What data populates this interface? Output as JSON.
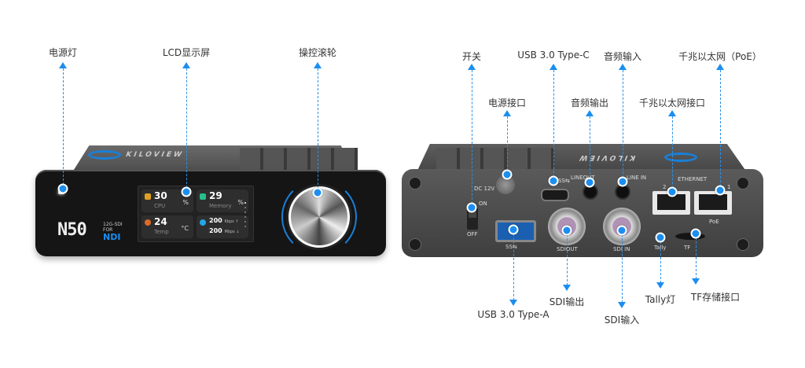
{
  "front_callouts": {
    "power_led": "电源灯",
    "lcd_screen": "LCD显示屏",
    "control_knob": "操控滚轮"
  },
  "back_callouts": {
    "switch": "开关",
    "power_port": "电源接口",
    "usb_c": "USB 3.0 Type-C",
    "audio_out": "音频输出",
    "audio_in": "音频输入",
    "gigabit_port": "千兆以太网接口",
    "gigabit_poe": "千兆以太网（PoE）",
    "usb_a": "USB 3.0 Type-A",
    "sdi_out": "SDI输出",
    "sdi_in": "SDI输入",
    "tally": "Tally灯",
    "tf_slot": "TF存储接口"
  },
  "device": {
    "brand": "KILOVIEW",
    "model": "N50",
    "model_sub_1": "12G-SDI",
    "model_sub_2": "FOR",
    "model_ndi": "NDI"
  },
  "lcd": {
    "cpu_value": "30",
    "cpu_unit": "%",
    "cpu_label": "CPU",
    "memory_value": "29",
    "memory_unit": "%",
    "memory_label": "Memory",
    "temp_value": "24",
    "temp_unit": "°C",
    "temp_label": "Temp",
    "up_rate": "200",
    "up_unit": "Kbps ↑",
    "down_rate": "200",
    "down_unit": "Mbps ↓"
  },
  "back_panel": {
    "dc_label": "DC 12V",
    "switch_on": "ON",
    "switch_off": "OFF",
    "usb_c_mark": "SS⇆",
    "usb_a_mark": "SS⇆",
    "lineout": "LINEOUT",
    "linein": "LINE IN",
    "sdi_out": "SDIOUT",
    "sdi_in": "SDI IN",
    "ethernet": "ETHERNET",
    "port2": "2",
    "port1": "1",
    "poe": "PoE",
    "tally": "Tally",
    "tf": "TF"
  },
  "colors": {
    "accent": "#1c8ef0",
    "device_dark": "#151515",
    "device_gray": "#4a4a4a"
  }
}
